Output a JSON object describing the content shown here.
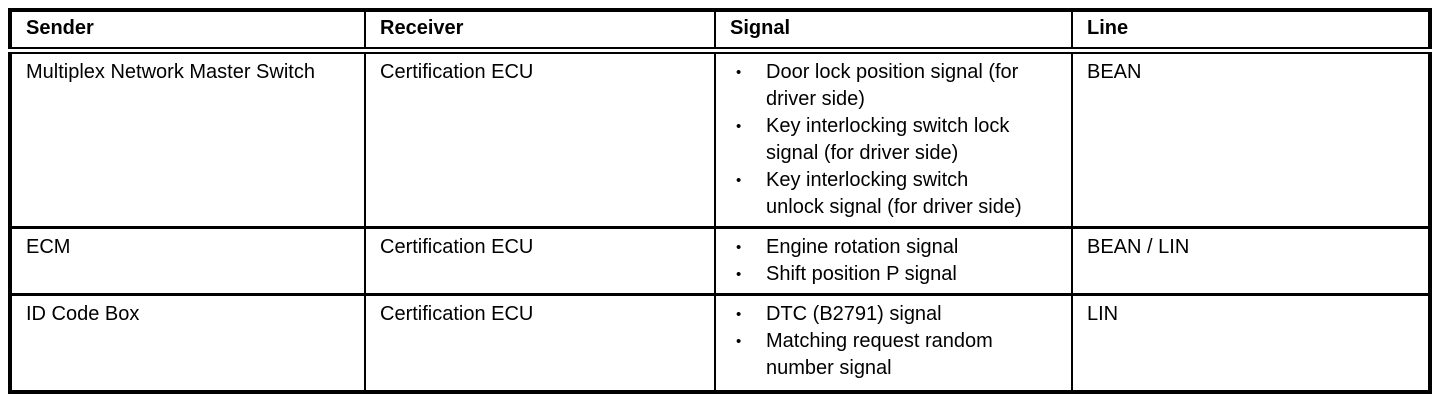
{
  "page": {
    "background": "#ffffff",
    "border_color": "#000000",
    "text_color": "#000000"
  },
  "table": {
    "bullet_char": "•",
    "columns": [
      {
        "label": "Sender"
      },
      {
        "label": "Receiver"
      },
      {
        "label": "Signal"
      },
      {
        "label": "Line"
      }
    ],
    "rows": [
      {
        "sender": "Multiplex Network Master Switch",
        "receiver": "Certification ECU",
        "signals": [
          "Door lock position signal (for driver side)",
          "Key interlocking switch lock signal (for driver side)",
          "Key interlocking switch unlock signal (for driver side)"
        ],
        "line": "BEAN"
      },
      {
        "sender": "ECM",
        "receiver": "Certification ECU",
        "signals": [
          "Engine rotation signal",
          "Shift position P signal"
        ],
        "line": "BEAN / LIN"
      },
      {
        "sender": "ID Code Box",
        "receiver": "Certification ECU",
        "signals": [
          "DTC (B2791) signal",
          "Matching request random number signal"
        ],
        "line": "LIN"
      }
    ]
  }
}
